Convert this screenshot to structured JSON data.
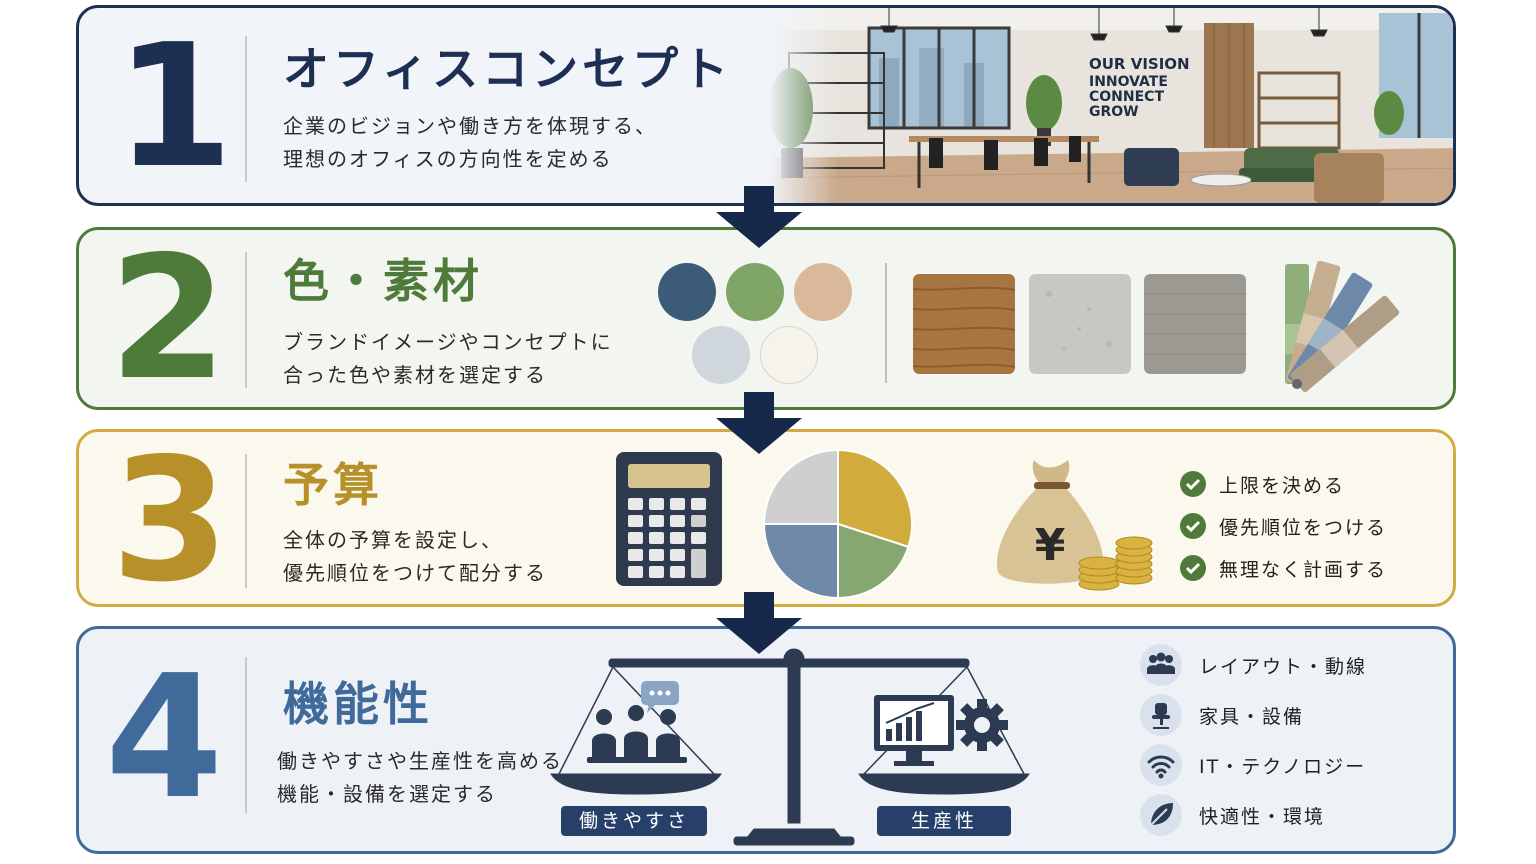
{
  "steps": [
    {
      "number": "1",
      "title": "オフィスコンセプト",
      "desc": [
        "企業のビジョンや働き方を体現する、",
        "理想のオフィスの方向性を定める"
      ],
      "color": "#1d2f52",
      "wall": [
        "OUR VISION",
        "INNOVATE",
        "CONNECT",
        "GROW"
      ]
    },
    {
      "number": "2",
      "title": "色・素材",
      "desc": [
        "ブランドイメージやコンセプトに",
        "合った色や素材を選定する"
      ],
      "color": "#4e7a3a",
      "palette": [
        "#3c5b78",
        "#7fa567",
        "#d9b99a",
        "#cfd6dc",
        "#f6f3ea"
      ]
    },
    {
      "number": "3",
      "title": "予算",
      "desc": [
        "全体の予算を設定し、",
        "優先順位をつけて配分する"
      ],
      "color": "#b7902a",
      "pie": [
        30,
        20,
        25,
        25
      ],
      "currency": "¥",
      "checklist": [
        "上限を決める",
        "優先順位をつける",
        "無理なく計画する"
      ]
    },
    {
      "number": "4",
      "title": "機能性",
      "desc": [
        "働きやすさや生産性を高める",
        "機能・設備を選定する"
      ],
      "color": "#3f6a9a",
      "balance_labels": [
        "働きやすさ",
        "生産性"
      ],
      "features": [
        {
          "icon": "people-icon",
          "label": "レイアウト・動線"
        },
        {
          "icon": "office-chair-icon",
          "label": "家具・設備"
        },
        {
          "icon": "wifi-icon",
          "label": "IT・テクノロジー"
        },
        {
          "icon": "leaf-icon",
          "label": "快適性・環境"
        }
      ]
    }
  ]
}
